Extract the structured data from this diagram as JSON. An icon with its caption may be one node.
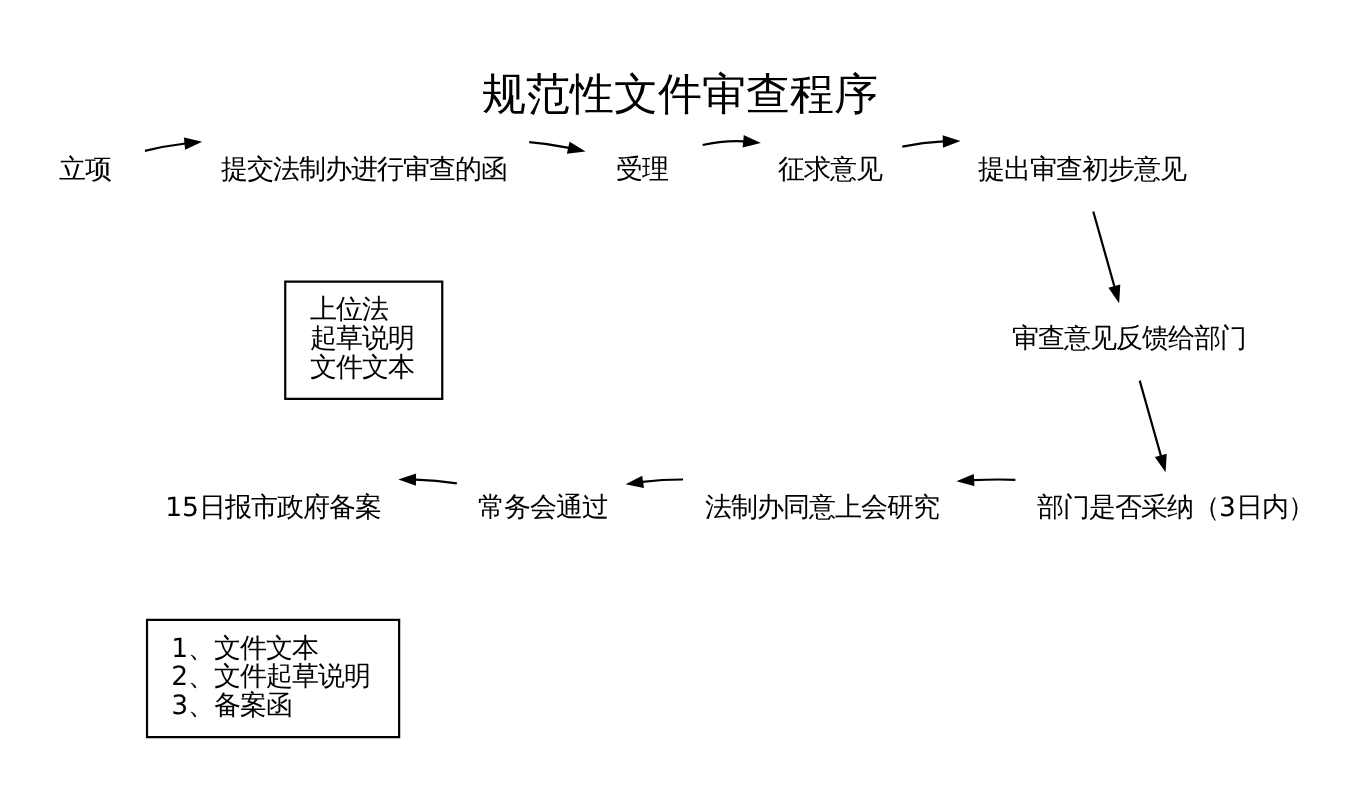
{
  "diagram": {
    "title": "规范性文件审查程序",
    "nodes": [
      {
        "text": [
          "立项"
        ]
      },
      {
        "text": [
          "提交法制办进行审查的函"
        ]
      },
      {
        "text": [
          "上位法",
          "起草说明",
          "文件文本"
        ]
      },
      {
        "text": [
          "受理"
        ]
      },
      {
        "text": [
          "征求意见"
        ]
      },
      {
        "text": [
          "提出审查初步意见"
        ]
      },
      {
        "text": [
          "审查意见反馈给部门"
        ]
      },
      {
        "text": [
          "部门是否采纳（3日内）"
        ]
      },
      {
        "text": [
          "法制办同意上会研究"
        ]
      },
      {
        "text": [
          "常务会通过"
        ]
      },
      {
        "text": [
          "15日报市政府备案"
        ]
      },
      {
        "text": [
          "1、文件文本",
          "2、文件起草说明",
          "3、备案函"
        ]
      }
    ],
    "edges": [
      {
        "from": 0,
        "to": 1,
        "arrow": "to"
      },
      {
        "from": 1,
        "to": 3,
        "arrow": "to"
      },
      {
        "from": 3,
        "to": 4,
        "arrow": "to"
      },
      {
        "from": 4,
        "to": 5,
        "arrow": "to"
      },
      {
        "from": 5,
        "to": 6,
        "arrow": "to"
      },
      {
        "from": 6,
        "to": 7,
        "arrow": "to"
      },
      {
        "from": 7,
        "to": 8,
        "arrow": "to"
      },
      {
        "from": 8,
        "to": 9,
        "arrow": "to"
      },
      {
        "from": 9,
        "to": 10,
        "arrow": "to"
      }
    ]
  }
}
